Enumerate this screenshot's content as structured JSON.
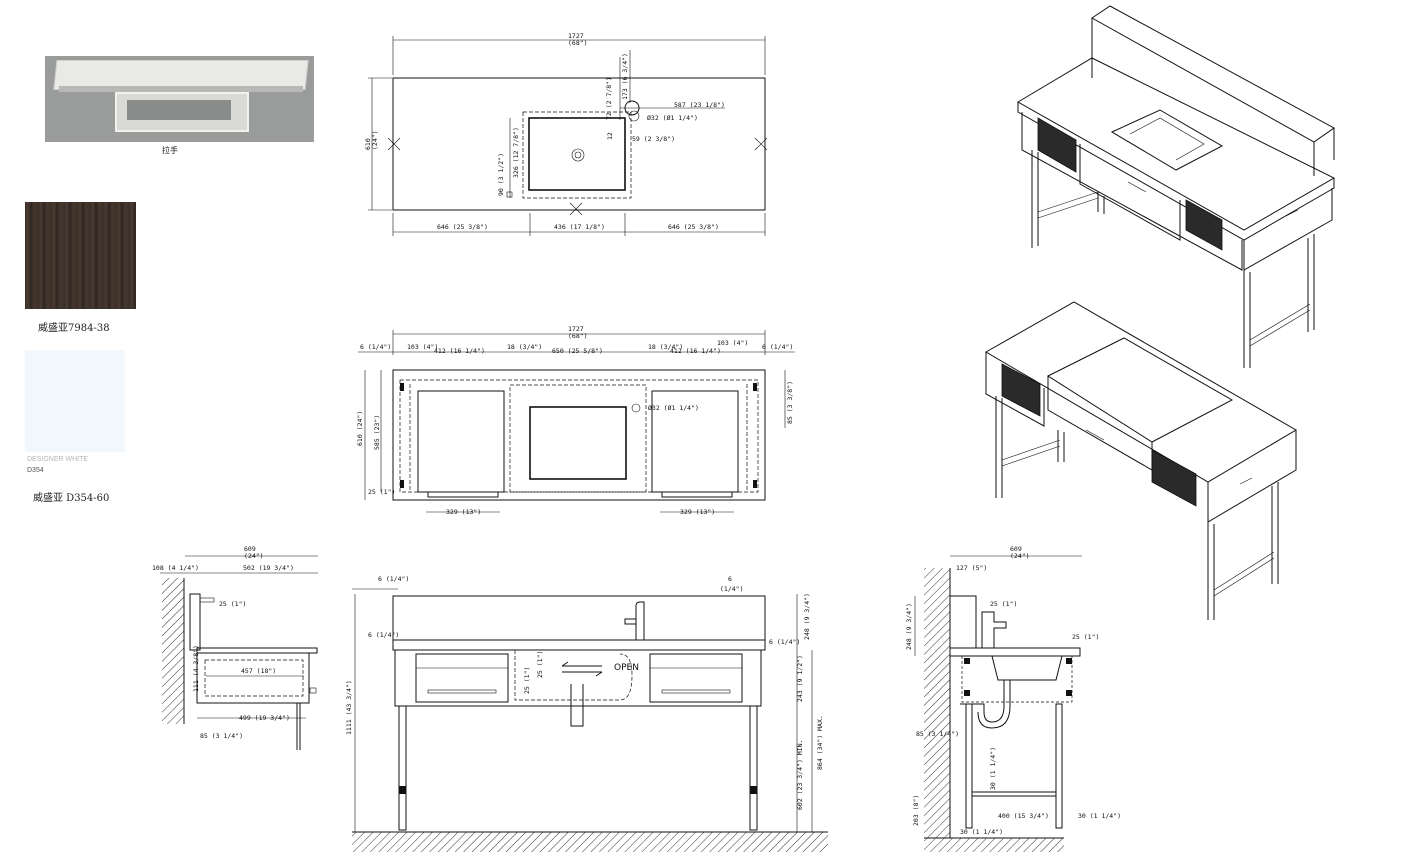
{
  "swatches": {
    "handle_caption": "拉手",
    "wood_caption": "威盛亚7984-38",
    "white_brand": "DESIGNER WHITE",
    "white_code": "D354",
    "white_caption": "威盛亚 D354-60",
    "wood_color": "#3d3129",
    "white_color": "#f2f7fb"
  },
  "top_view": {
    "overall_mm": "1727",
    "overall_in": "(68\")",
    "depth_mm": "610",
    "depth_in": "(24\")",
    "left_mm": "646 (25 3/8\")",
    "center_mm": "436 (17 1/8\")",
    "right_mm": "646 (25 3/8\")",
    "faucet_offset": "587 (23 1/8\")",
    "faucet_hole": "Ø32 (Ø1 1/4\")",
    "edge_59": "59 (2 3/8\")",
    "dim_173": "173 (6 3/4\")",
    "dim_72": "72 (2 7/8\")",
    "dim_12": "12",
    "dim_326": "326 (12 7/8\")",
    "dim_90": "90 (3 1/2\")"
  },
  "front_plan": {
    "overall_mm": "1727",
    "overall_in": "(68\")",
    "side_6_left": "6 (1/4\")",
    "side_103_left": "103 (4\")",
    "w_412_left": "412 (16 1/4\")",
    "gap_18_left": "18 (3/4\")",
    "w_650": "650 (25 5/8\")",
    "gap_18_right": "18 (3/4\")",
    "w_412_right": "412 (16 1/4\")",
    "side_103_right": "103 (4\")",
    "side_6_right": "6 (1/4\")",
    "h_610": "610 (24\")",
    "h_585": "585 (23\")",
    "h_25": "25 (1\")",
    "h_85": "85 (3 3/8\")",
    "hole": "Ø32 (Ø1 1/4\")",
    "handle_left": "329 (13\")",
    "handle_right": "329 (13\")"
  },
  "side_view": {
    "top_mm": "609",
    "top_in": "(24\")",
    "back_108": "108 (4 1/4\")",
    "w_502": "502 (19 3/4\")",
    "dim_25": "25 (1\")",
    "dim_111": "111 (4 3/8\")",
    "dim_457": "457 (18\")",
    "dim_499": "499 (19 3/4\")",
    "dim_85": "85 (3 1/4\")"
  },
  "front_elevation": {
    "top_6_left": "6 (1/4\")",
    "top_6_right_a": "6",
    "top_6_right_b": "(1/4\")",
    "counter_6_left": "6 (1/4\")",
    "counter_6_right": "6 (1/4\")",
    "h_248": "248 (9 3/4\")",
    "h_243": "243 (9 1/2\")",
    "h_602": "602 (23 3/4\") MIN.",
    "h_864": "864 (34\") MAX.",
    "h_1111": "1111 (43 3/4\")",
    "dim_25a": "25 (1\")",
    "dim_25b": "25 (1\")",
    "open_label": "OPEN"
  },
  "section_view": {
    "top_mm": "609",
    "top_in": "(24\")",
    "dim_127": "127 (5\")",
    "dim_248": "248 (9 3/4\")",
    "dim_25a": "25 (1\")",
    "dim_25b": "25 (1\")",
    "dim_85": "85 (3 1/4\")",
    "dim_30a": "30 (1 1/4\")",
    "dim_400": "400 (15 3/4\")",
    "dim_30b": "30 (1 1/4\")",
    "dim_203": "203 (8\")",
    "dim_30c": "30 (1 1/4\")"
  }
}
